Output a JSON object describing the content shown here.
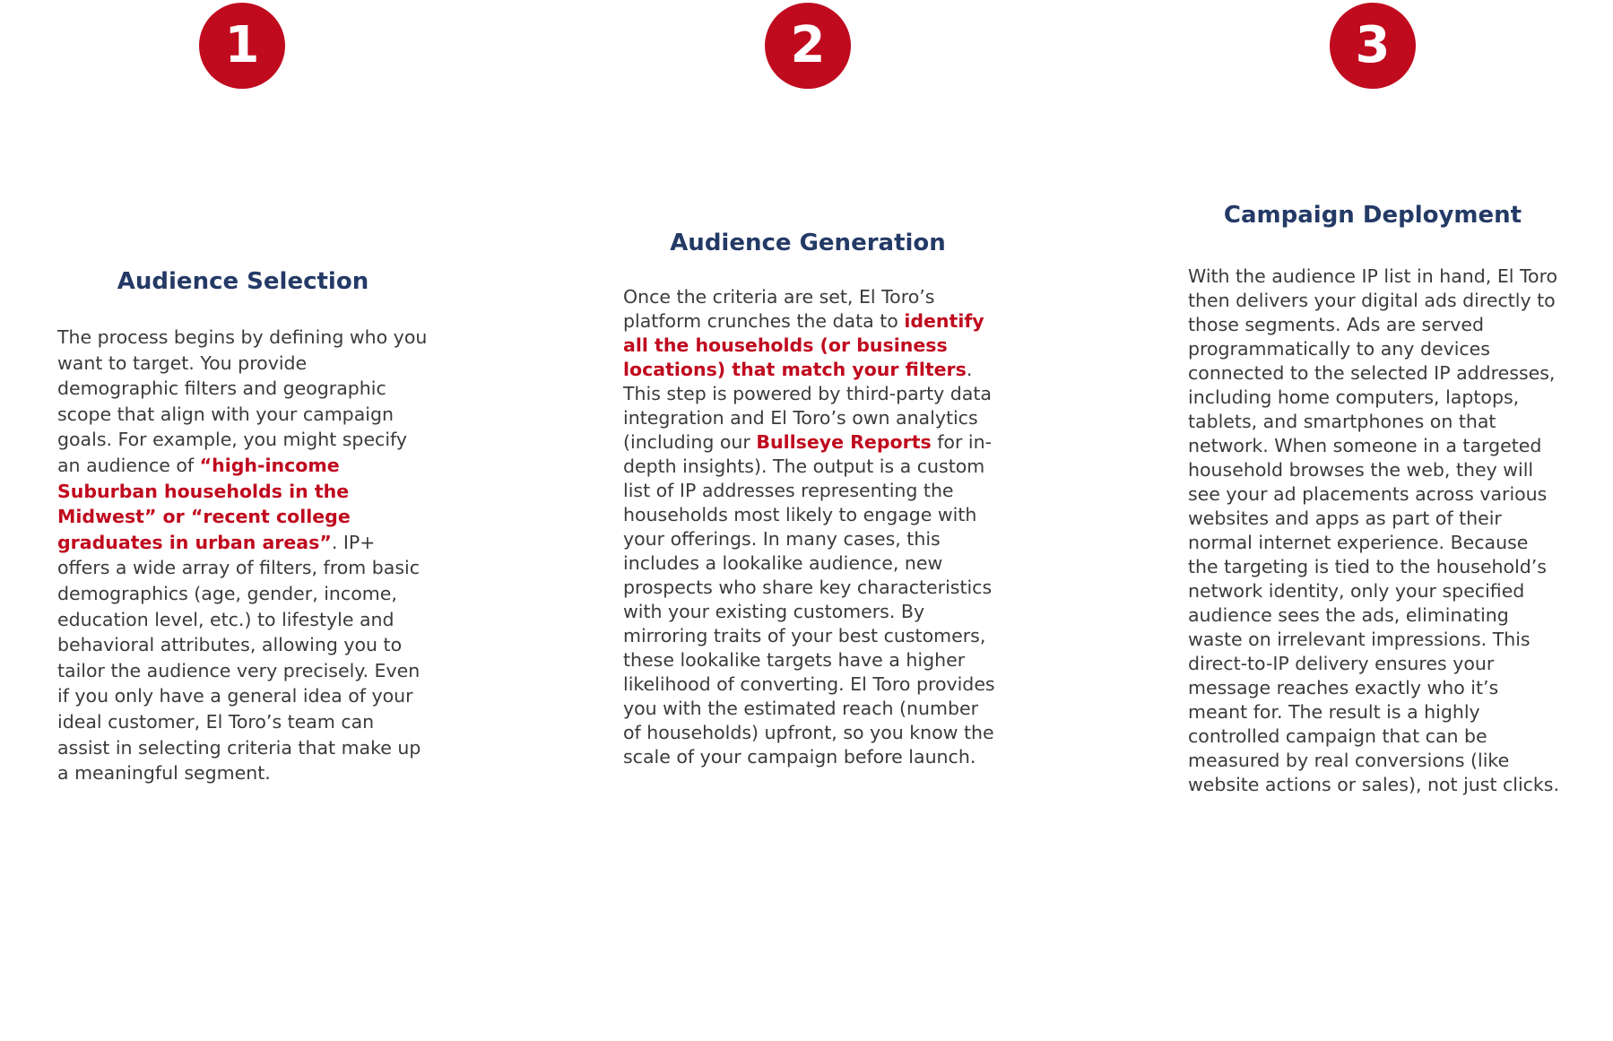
{
  "steps": [
    {
      "number": "1",
      "title": "Audience Selection",
      "body": [
        {
          "text": "The process begins by defining who you want to target. You provide demographic filters and geographic scope that align with your campaign goals. For example, you might specify an audience of ",
          "highlight": false
        },
        {
          "text": "“high-income Suburban households in the Midwest” or “recent college graduates in urban areas”",
          "highlight": true
        },
        {
          "text": ". IP+ offers a wide array of filters, from basic demographics (age, gender, income, education level, etc.) to lifestyle and behavioral attributes, allowing you to tailor the audience very precisely. Even if you only have a general idea of your ideal customer, El Toro’s team can assist in selecting criteria that make up a meaningful segment.",
          "highlight": false
        }
      ]
    },
    {
      "number": "2",
      "title": "Audience Generation",
      "body": [
        {
          "text": "Once the criteria are set, El Toro’s platform crunches the data to ",
          "highlight": false
        },
        {
          "text": "identify all the households (or business locations) that match your filters",
          "highlight": true
        },
        {
          "text": ". This step is powered by third-party data integration and El Toro’s own analytics (including our ",
          "highlight": false
        },
        {
          "text": "Bullseye Reports",
          "highlight": true
        },
        {
          "text": " for in-depth insights). The output is a custom list of IP addresses representing the households most likely to engage with your offerings. In many cases, this includes a lookalike audience, new prospects who share key characteristics with your existing customers. By mirroring traits of your best customers, these lookalike targets have a higher likelihood of converting. El Toro provides you with the estimated reach (number of households) upfront, so you know the scale of your campaign before launch.",
          "highlight": false
        }
      ]
    },
    {
      "number": "3",
      "title": "Campaign Deployment",
      "body": [
        {
          "text": "With the audience IP list in hand, El Toro then delivers your digital ads directly to those segments. Ads are served programmatically to any devices connected to the selected IP addresses, including home computers, laptops, tablets, and smartphones on that network. When someone in a targeted household browses the web, they will see your ad placements across various websites and apps as part of their normal internet experience. Because the targeting is tied to the household’s network identity, only your specified audience sees the ads, eliminating waste on irrelevant impressions. This direct-to-IP delivery ensures your message reaches exactly who it’s meant for. The result is a highly controlled campaign that can be measured by real conversions (like website actions or sales), not just clicks.",
          "highlight": false
        }
      ]
    }
  ],
  "colors": {
    "badge": "#c00a1e",
    "title": "#243a66",
    "highlight": "#c00a1e",
    "body": "#3b3b3b"
  }
}
